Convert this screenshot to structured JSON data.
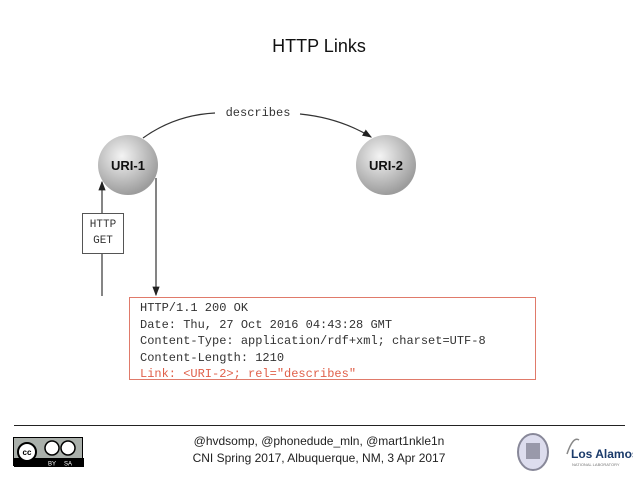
{
  "title": "HTTP Links",
  "diagram": {
    "node1": "URI-1",
    "node2": "URI-2",
    "edge_label": "describes",
    "request_label": [
      "HTTP",
      "GET"
    ],
    "response_lines": [
      "HTTP/1.1 200 OK",
      "Date: Thu, 27 Oct 2016 04:43:28 GMT",
      "Content-Type: application/rdf+xml; charset=UTF-8",
      "Content-Length: 1210"
    ],
    "link_line": "Link: <URI-2>; rel=\"describes\"",
    "link_color": "#e0604a"
  },
  "footer": {
    "authors": "@hvdsomp, @phonedude_mln, @mart1nkle1n",
    "event": "CNI Spring 2017, Albuquerque, NM, 3 Apr 2017",
    "license": "CC BY SA",
    "logo_text": "Los Alamos",
    "logo_subtext": "NATIONAL LABORATORY"
  }
}
